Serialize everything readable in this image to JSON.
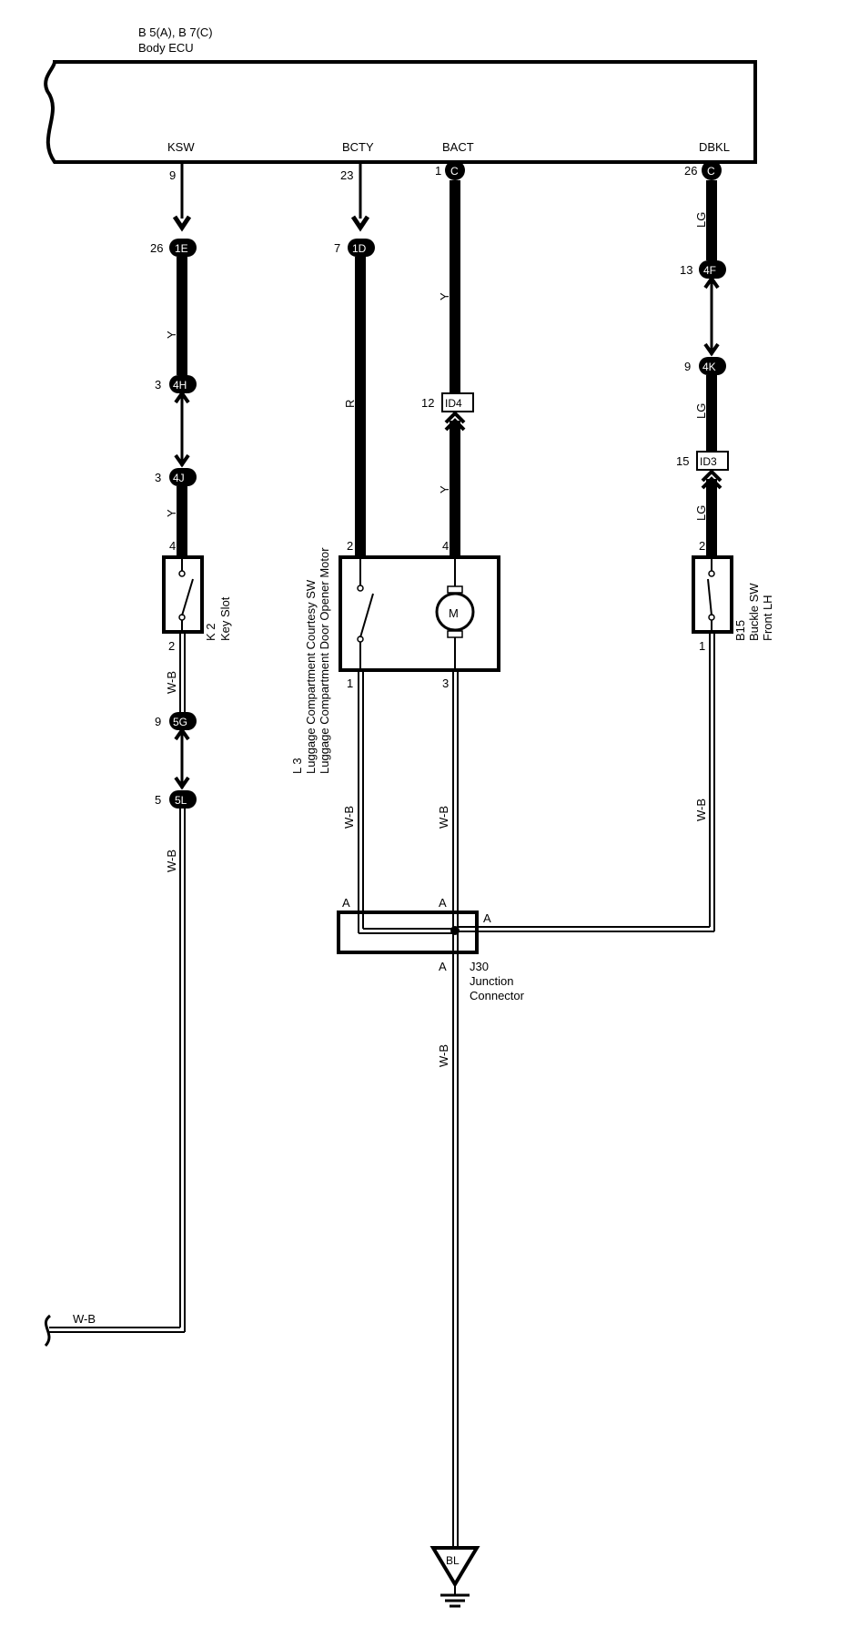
{
  "ecu": {
    "connectors": "B 5(A), B 7(C)",
    "name": "Body ECU",
    "terminals": [
      "KSW",
      "BCTY",
      "BACT",
      "DBKL"
    ]
  },
  "pins": {
    "ksw_ecu": "9",
    "bcty_ecu": "23",
    "bact_ecu": "1",
    "dbkl_ecu": "26",
    "c1e": "26",
    "c1d": "7",
    "c4h": "3",
    "c4j": "3",
    "c4f": "13",
    "c4k": "9",
    "id4": "12",
    "id3": "15",
    "k2_top": "4",
    "k2_bot": "2",
    "l3_top_left": "2",
    "l3_top_right": "4",
    "l3_bot_left": "1",
    "l3_bot_right": "3",
    "b15_top": "2",
    "b15_bot": "1",
    "c5g": "9",
    "c5l": "5"
  },
  "connectors": {
    "ecu_c_bact": "C",
    "ecu_c_dbkl": "C",
    "c1e": "1E",
    "c1d": "1D",
    "c4h": "4H",
    "c4j": "4J",
    "c4f": "4F",
    "c4k": "4K",
    "id4": "ID4",
    "id3": "ID3",
    "c5g": "5G",
    "c5l": "5L"
  },
  "wires": {
    "y": "Y",
    "r": "R",
    "lg": "LG",
    "wb": "W-B"
  },
  "components": {
    "k2_code": "K 2",
    "k2_name": "Key Slot",
    "l3_code": "L 3",
    "l3_name1": "Luggage Compartment Courtesy SW",
    "l3_name2": "Luggage Compartment Door Opener Motor",
    "motor": "M",
    "b15_code": "B15",
    "b15_name1": "Buckle SW",
    "b15_name2": "Front LH",
    "j30_code": "J30",
    "j30_name1": "Junction",
    "j30_name2": "Connector",
    "j30_pin": "A",
    "ground": "BL"
  }
}
